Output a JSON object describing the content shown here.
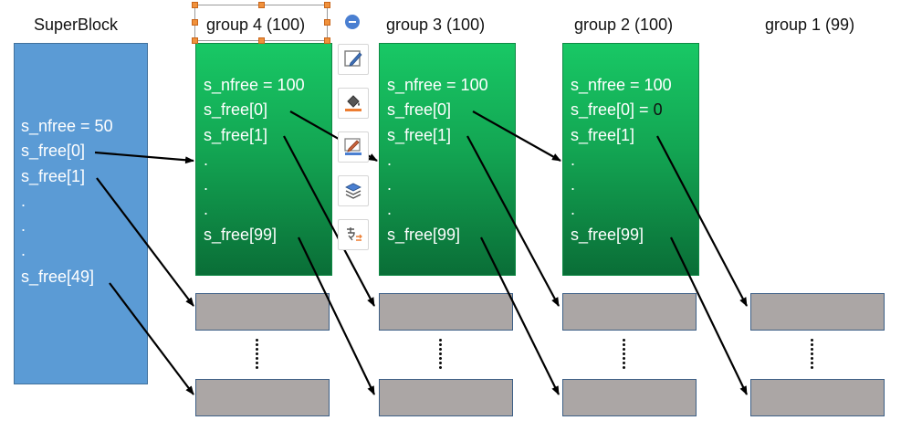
{
  "superblock": {
    "title": "SuperBlock",
    "lines": [
      "s_nfree = 50",
      "s_free[0]",
      "s_free[1]",
      ".",
      ".",
      ".",
      "s_free[49]"
    ]
  },
  "groups": [
    {
      "title": "group 4 (100)",
      "lines": [
        "s_nfree = 100",
        "s_free[0]",
        "s_free[1]",
        ".",
        ".",
        ".",
        "s_free[99]"
      ]
    },
    {
      "title": "group 3 (100)",
      "lines": [
        "s_nfree = 100",
        "s_free[0]",
        "s_free[1]",
        ".",
        ".",
        ".",
        "s_free[99]"
      ]
    },
    {
      "title": "group 2 (100)",
      "lines": [
        "s_nfree = 100",
        "s_free[0] = ",
        "s_free[1]",
        ".",
        ".",
        ".",
        "s_free[99]"
      ],
      "terminator": "0"
    },
    {
      "title": "group 1 (99)"
    }
  ],
  "toolbar": {
    "items": [
      "collapse-icon",
      "edit-shape-icon",
      "fill-bucket-icon",
      "pen-outline-icon",
      "layers-icon",
      "text-style-icon"
    ]
  },
  "colors": {
    "superblock_fill": "#5b9bd5",
    "group_fill_top": "#18c865",
    "group_fill_bottom": "#0a6e37",
    "block_fill": "#aba6a5",
    "arrow": "#000000"
  }
}
